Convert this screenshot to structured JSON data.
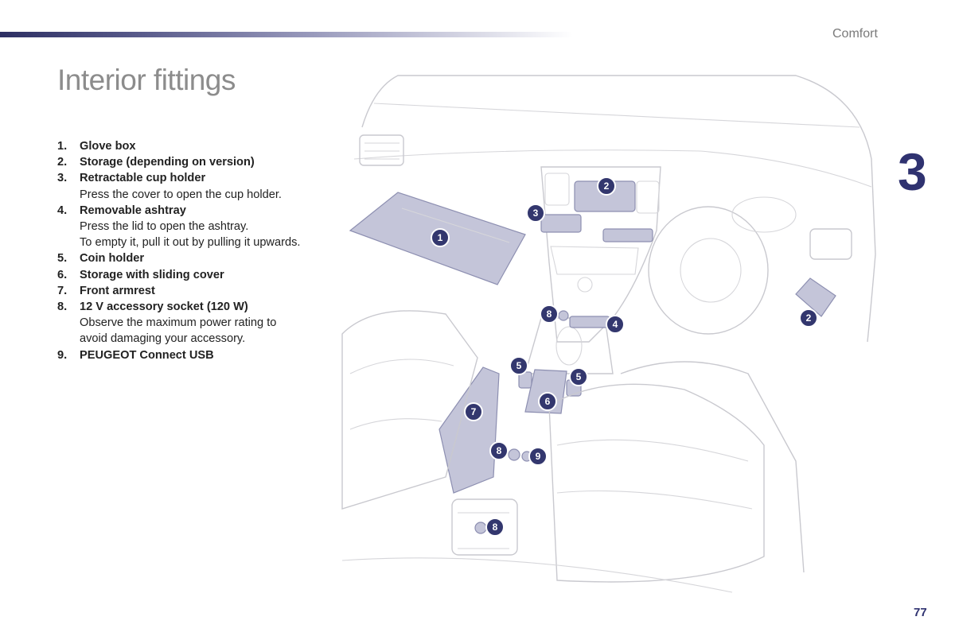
{
  "header": {
    "section": "Comfort",
    "chapter": "3"
  },
  "page": {
    "title": "Interior fittings",
    "number": "77"
  },
  "items": [
    {
      "num": "1.",
      "label": "Glove box",
      "desc": []
    },
    {
      "num": "2.",
      "label": "Storage (depending on version)",
      "desc": []
    },
    {
      "num": "3.",
      "label": "Retractable cup holder",
      "desc": [
        "Press the cover to open the cup holder."
      ]
    },
    {
      "num": "4.",
      "label": "Removable ashtray",
      "desc": [
        "Press the lid to open the ashtray.",
        "To empty it, pull it out by pulling it upwards."
      ]
    },
    {
      "num": "5.",
      "label": "Coin holder",
      "desc": []
    },
    {
      "num": "6.",
      "label": "Storage with sliding cover",
      "desc": []
    },
    {
      "num": "7.",
      "label": "Front armrest",
      "desc": []
    },
    {
      "num": "8.",
      "label": "12 V accessory socket (120 W)",
      "desc": [
        "Observe the maximum power rating to",
        "avoid damaging your accessory."
      ]
    },
    {
      "num": "9.",
      "label": "PEUGEOT Connect USB",
      "desc": []
    }
  ],
  "callouts": [
    "1",
    "2",
    "3",
    "8",
    "4",
    "5",
    "5",
    "6",
    "7",
    "8",
    "9",
    "8",
    "2"
  ],
  "colors": {
    "accent": "#2f3270",
    "highlight": "#c4c5d9"
  }
}
